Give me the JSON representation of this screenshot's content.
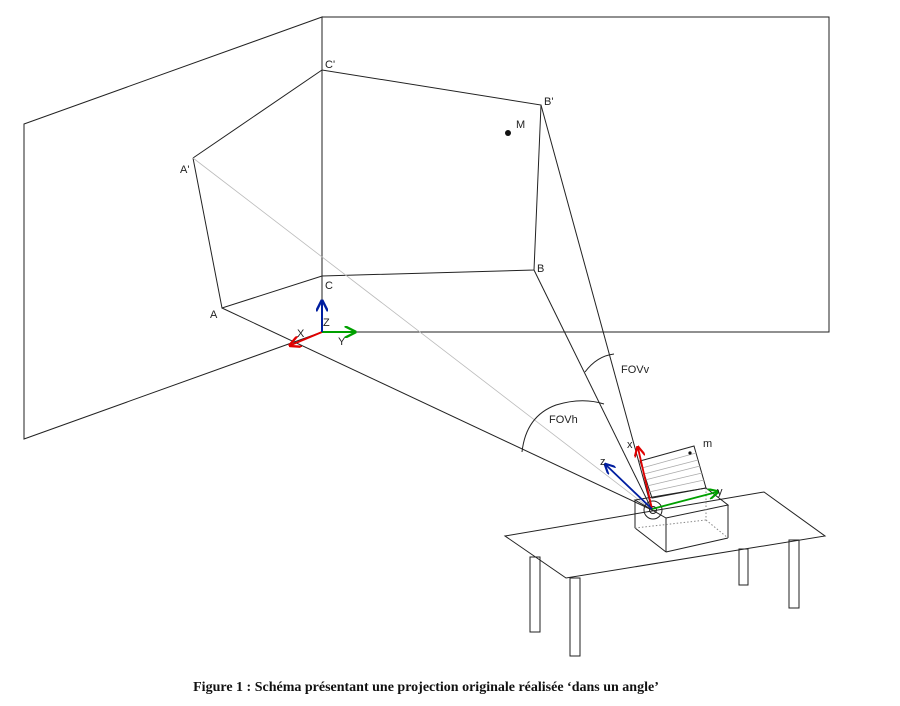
{
  "diagram": {
    "points": {
      "a_prime": "A'",
      "b_prime": "B'",
      "c_prime": "C'",
      "a": "A",
      "b": "B",
      "c": "C",
      "m_upper": "M",
      "m_lower": "m"
    },
    "world_axes": {
      "x": "X",
      "y": "Y",
      "z": "Z"
    },
    "projector_axes": {
      "x": "x",
      "y": "y",
      "z": "z"
    },
    "angles": {
      "vertical": "FOVv",
      "horizontal": "FOVh"
    },
    "colors": {
      "x_axis": "#e00000",
      "y_axis": "#00a000",
      "z_axis": "#001ea0",
      "line": "#222222"
    }
  },
  "caption": {
    "text": "Figure 1 : Schéma présentant une projection originale réalisée ‘dans un angle’"
  }
}
